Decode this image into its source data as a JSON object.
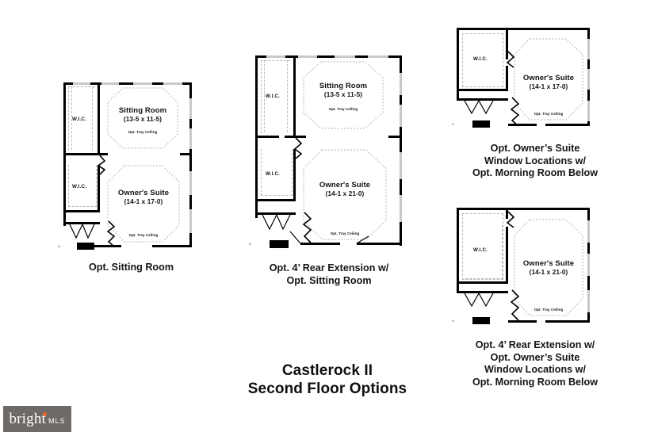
{
  "document": {
    "title_line1": "Castlerock II",
    "title_line2": "Second Floor Options",
    "title": "Castlerock II\nSecond Floor Options"
  },
  "watermark": {
    "brand": "bright",
    "suffix": "MLS",
    "accent_color": "#e8622a",
    "background_color": "#6e6a68"
  },
  "labels": {
    "walk_in_closet": "W.I.C.",
    "tray_ceiling": "Opt. Tray Ceiling",
    "north_marker": "N"
  },
  "colors": {
    "wall": "#000000",
    "window": "#c9c9c9",
    "dashed_outline": "#c2c2c2",
    "page_background": "#ffffff",
    "text": "#111111"
  },
  "plans": [
    {
      "id": "plan-opt-sitting-room",
      "caption": "Opt. Sitting Room",
      "rooms": [
        {
          "name": "Sitting Room",
          "dimensions": "(13-5 x 11-5)",
          "ceiling_note": "Opt. Tray Ceiling"
        },
        {
          "name": "Owner's Suite",
          "dimensions": "(14-1 x 17-0)",
          "ceiling_note": "Opt. Tray Ceiling"
        },
        {
          "name": "W.I.C.",
          "dimensions": "",
          "ceiling_note": ""
        },
        {
          "name": "W.I.C.",
          "dimensions": "",
          "ceiling_note": ""
        }
      ]
    },
    {
      "id": "plan-rear-extension-sitting-room",
      "caption": "Opt. 4’ Rear Extension w/\nOpt. Sitting Room",
      "rooms": [
        {
          "name": "Sitting Room",
          "dimensions": "(13-5 x 11-5)",
          "ceiling_note": "Opt. Tray Ceiling"
        },
        {
          "name": "Owner's Suite",
          "dimensions": "(14-1 x 21-0)",
          "ceiling_note": "Opt. Tray Ceiling"
        },
        {
          "name": "W.I.C.",
          "dimensions": "",
          "ceiling_note": ""
        },
        {
          "name": "W.I.C.",
          "dimensions": "",
          "ceiling_note": ""
        }
      ]
    },
    {
      "id": "plan-owners-suite-window-locations",
      "caption": "Opt. Owner’s Suite\nWindow Locations w/\nOpt. Morning Room Below",
      "rooms": [
        {
          "name": "Owner's Suite",
          "dimensions": "(14-1 x 17-0)",
          "ceiling_note": "Opt. Tray Ceiling"
        },
        {
          "name": "W.I.C.",
          "dimensions": "",
          "ceiling_note": ""
        }
      ]
    },
    {
      "id": "plan-rear-extension-owners-suite-window-locations",
      "caption": "Opt. 4’ Rear Extension w/\nOpt. Owner’s Suite\nWindow Locations w/\nOpt. Morning Room Below",
      "rooms": [
        {
          "name": "Owner's Suite",
          "dimensions": "(14-1 x 21-0)",
          "ceiling_note": "Opt. Tray Ceiling"
        },
        {
          "name": "W.I.C.",
          "dimensions": "",
          "ceiling_note": ""
        }
      ]
    }
  ]
}
